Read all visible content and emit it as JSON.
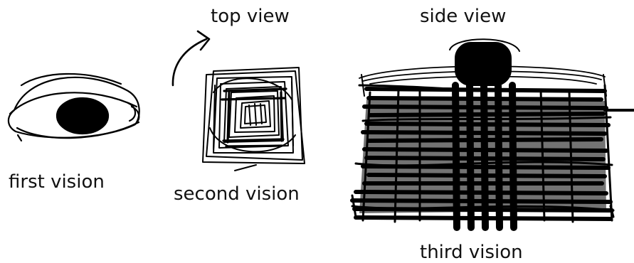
{
  "labels": {
    "top_view": "top view",
    "side_view": "side view",
    "first_vision": "first vision",
    "second_vision": "second vision",
    "third_vision": "third vision"
  },
  "colors": {
    "ink": "#000000",
    "background": "#ffffff"
  },
  "icons": {
    "eye": "eye-sketch-icon",
    "arrow": "curved-arrow-icon",
    "square_scribble": "top-view-scribble-icon",
    "cylinder": "side-view-cylinder-icon"
  }
}
